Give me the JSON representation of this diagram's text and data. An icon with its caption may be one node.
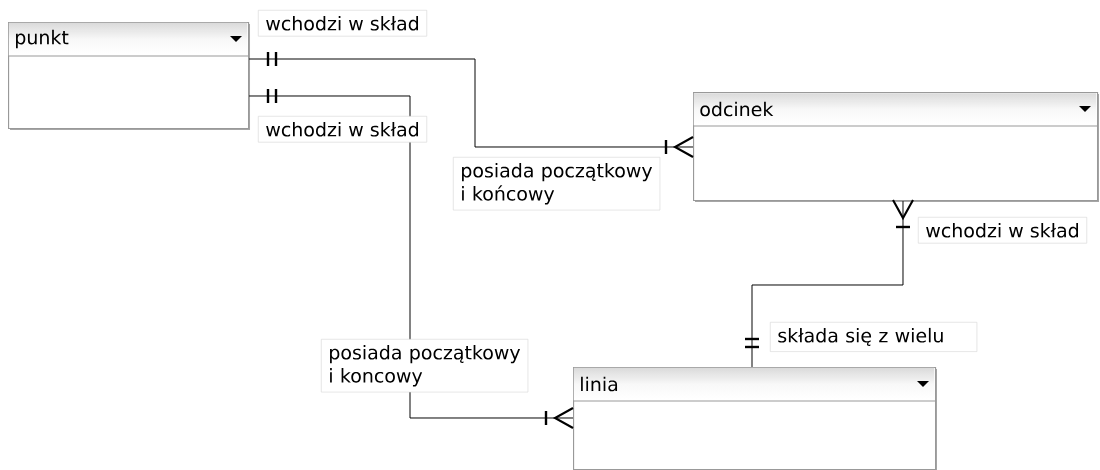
{
  "diagram": {
    "nodes": [
      {
        "text": [
          "punkt"
        ]
      },
      {
        "text": [
          "odcinek"
        ]
      },
      {
        "text": [
          "linia"
        ]
      }
    ],
    "edges": [
      {
        "from": 0,
        "to": 1,
        "arrow": "other",
        "label": "wchodzi w skład"
      },
      {
        "from": 0,
        "to": 2,
        "arrow": "other",
        "label": "wchodzi w skład"
      },
      {
        "from": 1,
        "to": 2,
        "arrow": "other",
        "label": "wchodzi w skład"
      }
    ],
    "labels": [
      "posiada początkowy i końcowy",
      "składa się z wielu",
      "posiada początkowy i koncowy"
    ]
  }
}
